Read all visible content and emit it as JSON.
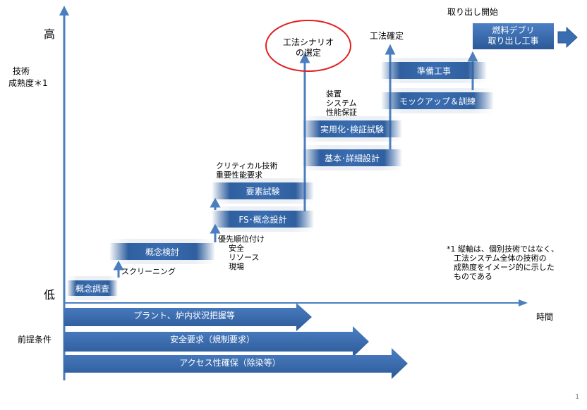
{
  "axis": {
    "high": "高",
    "low": "低",
    "y_label_1": "技術",
    "y_label_2": "成熟度＊1",
    "x_label": "時間",
    "premise": "前提条件"
  },
  "stages": [
    "概念調査",
    "概念検討",
    "FS･概念設計",
    "要素試験",
    "基本･詳細設計",
    "実用化･検証試験",
    "モックアップ＆訓練",
    "準備工事"
  ],
  "final_box": [
    "燃料デブリ",
    "取り出し工事"
  ],
  "annotations": {
    "screening": "スクリーニング",
    "priority": [
      "優先順位付け",
      "安全",
      "リソース",
      "現場"
    ],
    "critical": [
      "クリティカル技術",
      "重要性能要求"
    ],
    "device": [
      "装置",
      "システム",
      "性能保証"
    ],
    "method_fixed": "工法確定",
    "start_removal": "取り出し開始",
    "scenario": [
      "工法シナリオ",
      "の選定"
    ]
  },
  "premises": [
    "プラント、炉内状況把握等",
    "安全要求（規制要求）",
    "アクセス性確保（除染等）"
  ],
  "footnote": [
    "*1 縦軸は、個別技術ではなく、",
    "工法システム全体の技術の",
    "成熟度をイメージ的に示した",
    "ものである"
  ],
  "page_number": "1",
  "colors": {
    "blue": "#2f5f9f",
    "axis": "#4a7ebf",
    "circle": "#e02020"
  }
}
